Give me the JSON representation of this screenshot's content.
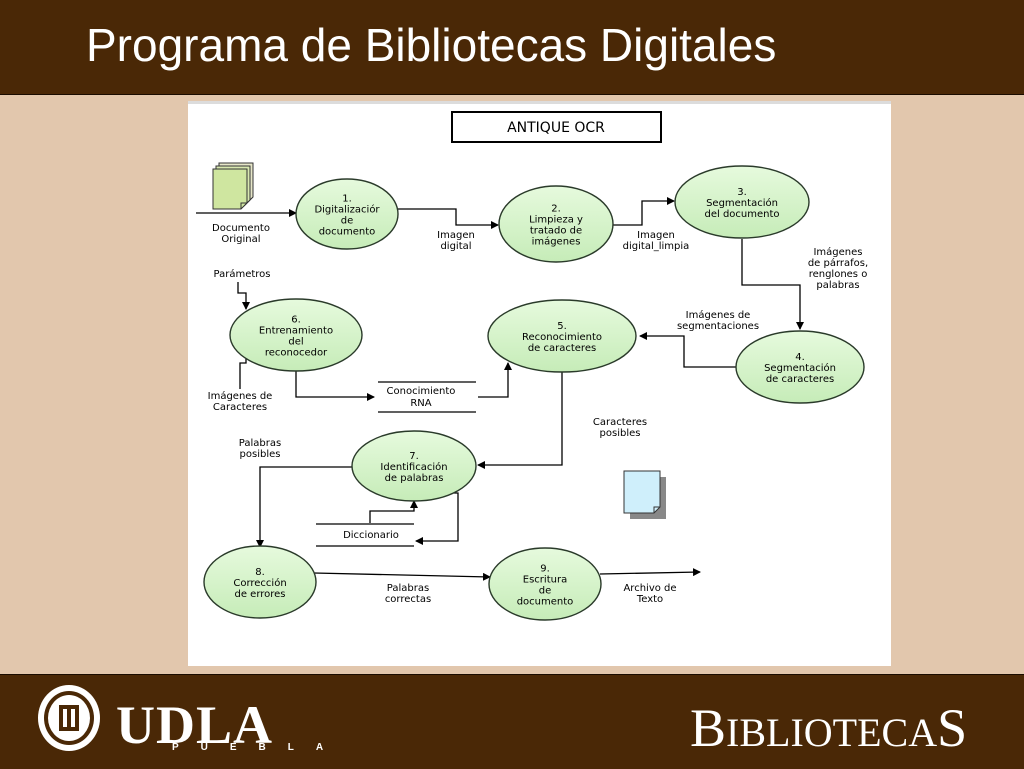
{
  "slide": {
    "title": "Programa de Bibliotecas Digitales"
  },
  "diagram": {
    "title": "ANTIQUE OCR",
    "processes": [
      {
        "id": "p1",
        "lines": [
          "1.",
          "Digitalizaciór",
          "de",
          "documento"
        ]
      },
      {
        "id": "p2",
        "lines": [
          "2.",
          "Limpieza y",
          "tratado de",
          "imágenes"
        ]
      },
      {
        "id": "p3",
        "lines": [
          "3.",
          "Segmentación",
          "del documento"
        ]
      },
      {
        "id": "p4",
        "lines": [
          "4.",
          "Segmentación",
          "de caracteres"
        ]
      },
      {
        "id": "p5",
        "lines": [
          "5.",
          "Reconocimiento",
          "de caracteres"
        ]
      },
      {
        "id": "p6",
        "lines": [
          "6.",
          "Entrenamiento",
          "del",
          "reconocedor"
        ]
      },
      {
        "id": "p7",
        "lines": [
          "7.",
          "Identificación",
          "de palabras"
        ]
      },
      {
        "id": "p8",
        "lines": [
          "8.",
          "Corrección",
          "de errores"
        ]
      },
      {
        "id": "p9",
        "lines": [
          "9.",
          "Escritura",
          "de",
          "documento"
        ]
      }
    ],
    "stores": {
      "conocimiento": "Conocimiento RNA",
      "diccionario": "Diccionario"
    },
    "flows": {
      "documento_original": [
        "Documento",
        "Original"
      ],
      "imagen_digital": [
        "Imagen",
        "digital"
      ],
      "imagen_digital_limpia": [
        "Imagen",
        "digital_limpia"
      ],
      "imagenes_parrafos": [
        "Imágenes",
        "de párrafos,",
        "renglones o",
        "palabras"
      ],
      "imagenes_segmentaciones": [
        "Imágenes de",
        "segmentaciones"
      ],
      "parametros": [
        "Parámetros"
      ],
      "imagenes_caracteres": [
        "Imágenes de",
        "Caracteres"
      ],
      "caracteres_posibles": [
        "Caracteres",
        "posibles"
      ],
      "palabras_posibles": [
        "Palabras",
        "posibles"
      ],
      "palabras_correctas": [
        "Palabras",
        "correctas"
      ],
      "archivo_texto": [
        "Archivo de",
        "Texto"
      ]
    },
    "conocimiento_lines": [
      "Conocimiento",
      "RNA"
    ]
  },
  "footer": {
    "udla_name": "UDLA",
    "udla_subtitle": "PUEBLA",
    "bibliotecas": {
      "first": "B",
      "middle": "IBLIOTECA",
      "last": "S"
    }
  },
  "colors": {
    "brand_brown": "#4a2806",
    "slide_background": "#e2c7ad",
    "process_fill": "#d3f2c8",
    "process_stroke": "#2a3a2a"
  }
}
